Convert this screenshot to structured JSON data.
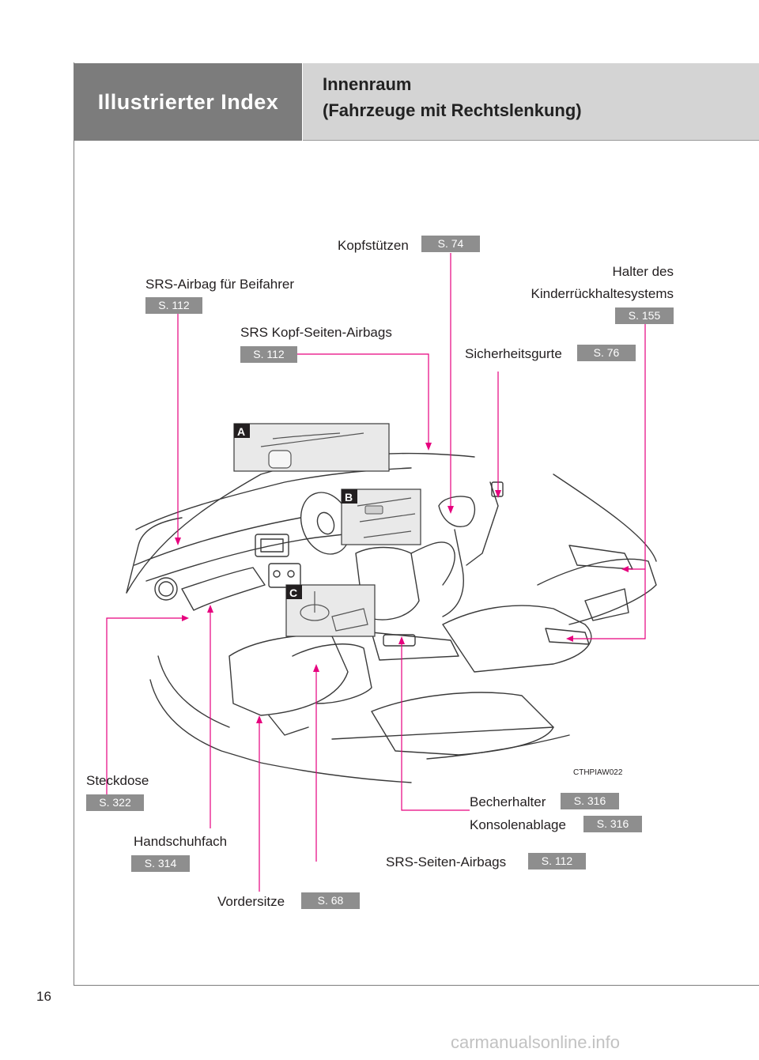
{
  "header": {
    "section": "Illustrierter Index",
    "title_line1": "Innenraum",
    "title_line2": "(Fahrzeuge mit Rechtslenkung)"
  },
  "labels": {
    "kopfstuetzen": {
      "text": "Kopfstützen",
      "ref": "S. 74"
    },
    "srs_airbag_beifahrer": {
      "text": "SRS-Airbag für Beifahrer",
      "ref": "S. 112"
    },
    "halter_des": {
      "line1": "Halter des",
      "line2": "Kinderrückhaltesystems",
      "ref": "S. 155"
    },
    "srs_kopf_seiten": {
      "text": "SRS Kopf-Seiten-Airbags",
      "ref": "S. 112"
    },
    "sicherheitsgurte": {
      "text": "Sicherheitsgurte",
      "ref": "S. 76"
    },
    "steckdose": {
      "text": "Steckdose",
      "ref": "S. 322"
    },
    "becherhalter": {
      "text": "Becherhalter",
      "ref": "S. 316"
    },
    "konsolenablage": {
      "text": "Konsolenablage",
      "ref": "S. 316"
    },
    "handschuhfach": {
      "text": "Handschuhfach",
      "ref": "S. 314"
    },
    "srs_seiten": {
      "text": "SRS-Seiten-Airbags",
      "ref": "S. 112"
    },
    "vordersitze": {
      "text": "Vordersitze",
      "ref": "S. 68"
    }
  },
  "insets": {
    "a": "A",
    "b": "B",
    "c": "C"
  },
  "image_code": "CTHPIAW022",
  "page_number": "16",
  "watermark": "carmanualsonline.info",
  "colors": {
    "leader": "#e6007e",
    "ref_bg": "#8e8e8e",
    "header_dark": "#7c7c7c",
    "header_light": "#d4d4d4"
  }
}
